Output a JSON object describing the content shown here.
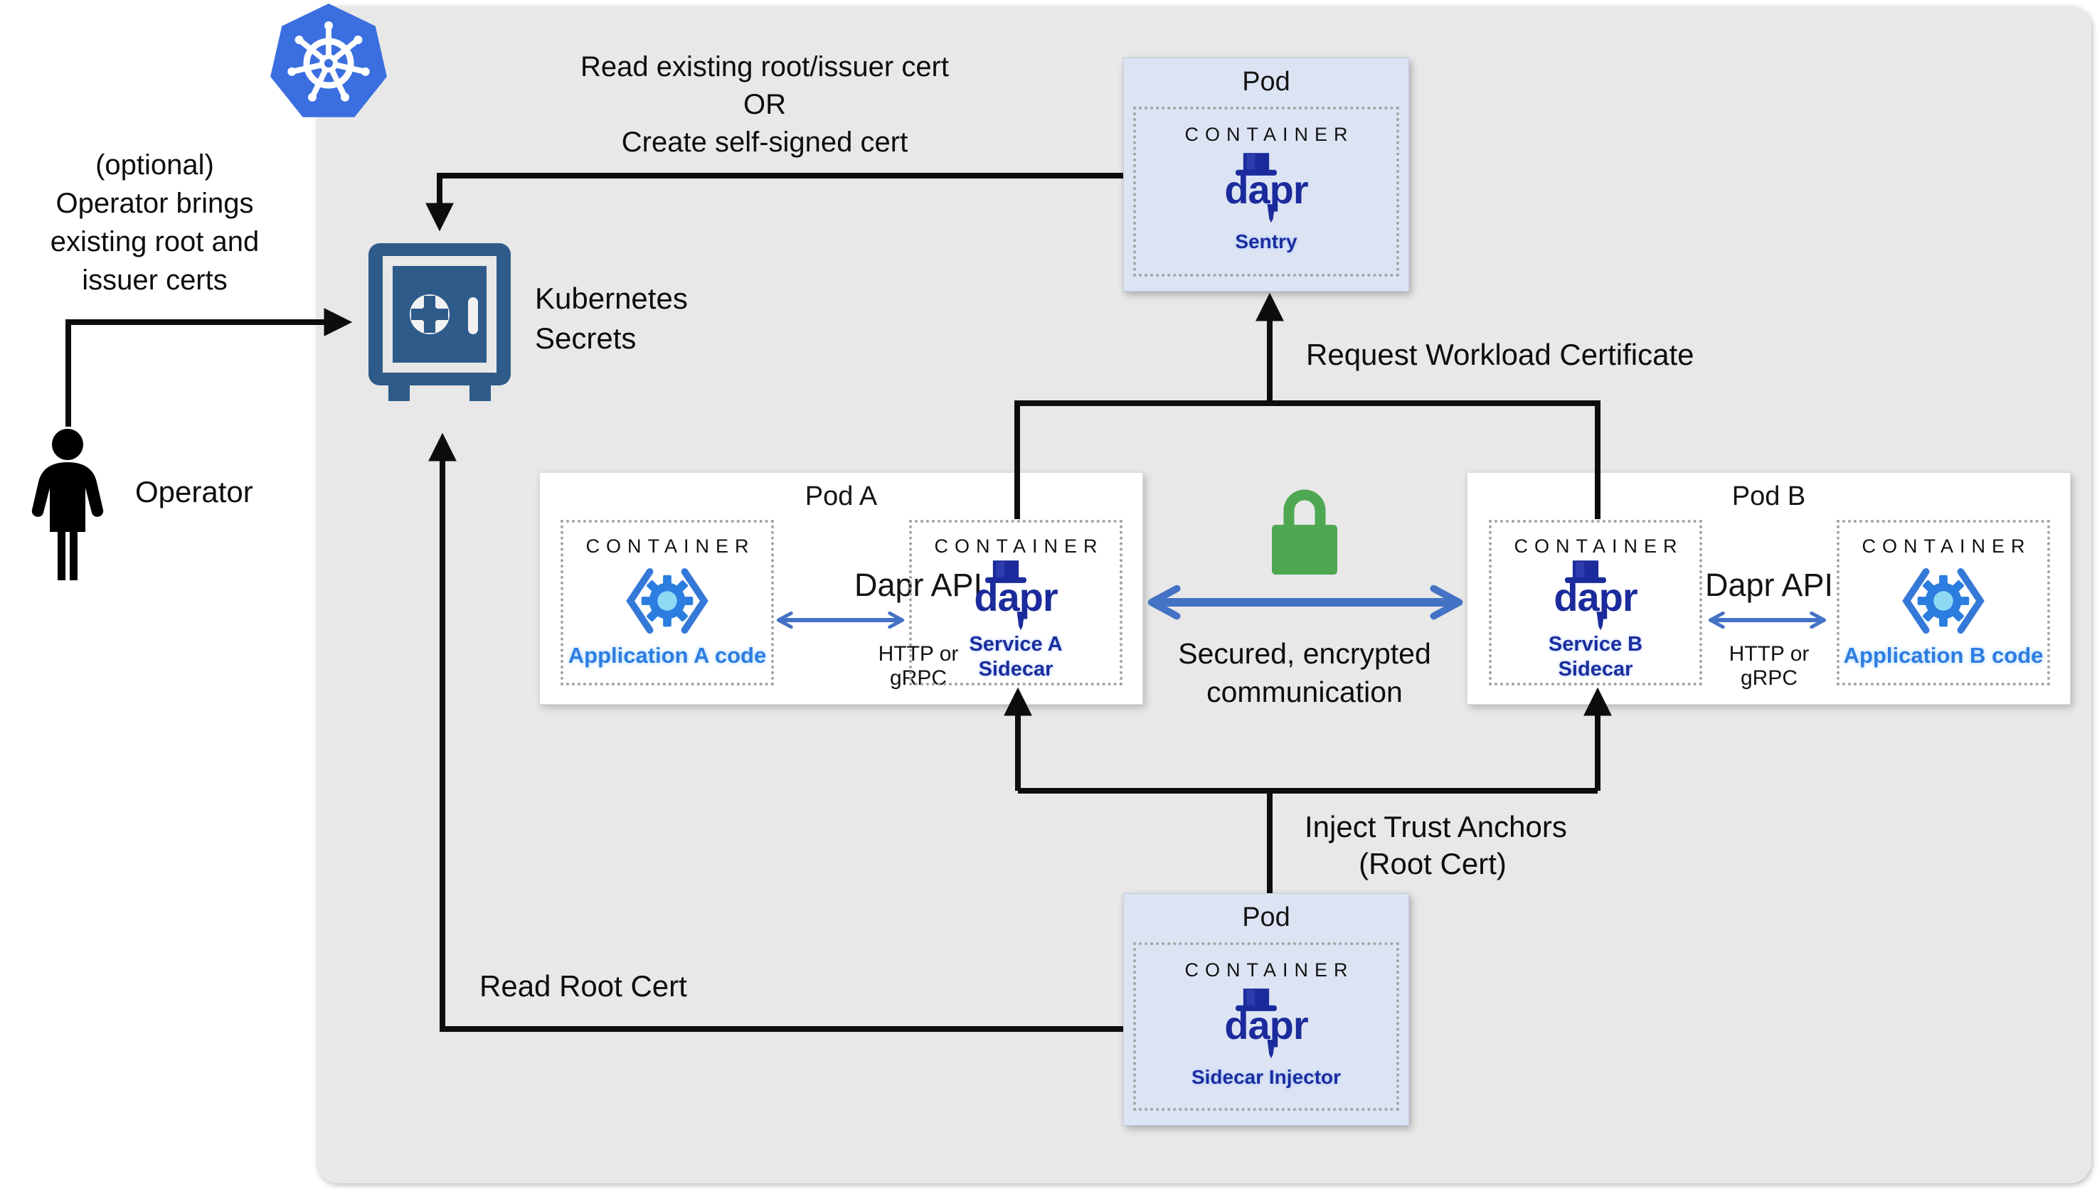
{
  "annotations": {
    "top_note_lines": [
      "Read existing root/issuer cert",
      "OR",
      "Create self-signed cert"
    ],
    "optional_note_lines": [
      "(optional)",
      "Operator brings",
      "existing root and",
      "issuer certs"
    ],
    "operator_label": "Operator",
    "secrets_lines": [
      "Kubernetes",
      "Secrets"
    ],
    "request_workload": "Request Workload Certificate",
    "inject_trust_lines": [
      "Inject Trust Anchors",
      "(Root Cert)"
    ],
    "read_root": "Read Root Cert",
    "secured_lines": [
      "Secured, encrypted",
      "communication"
    ]
  },
  "pods": {
    "sentry": {
      "title": "Pod",
      "container_label": "CONTAINER",
      "name": "Sentry"
    },
    "injector": {
      "title": "Pod",
      "container_label": "CONTAINER",
      "name": "Sidecar Injector"
    },
    "a": {
      "title": "Pod A",
      "app_container_label": "CONTAINER",
      "app_name": "Application A code",
      "api_label": "Dapr API",
      "proto_label": "HTTP or gRPC",
      "sidecar_container_label": "CONTAINER",
      "sidecar_name_lines": [
        "Service A",
        "Sidecar"
      ]
    },
    "b": {
      "title": "Pod B",
      "app_container_label": "CONTAINER",
      "app_name": "Application B code",
      "api_label": "Dapr API",
      "proto_label": "HTTP or gRPC",
      "sidecar_container_label": "CONTAINER",
      "sidecar_name_lines": [
        "Service B",
        "Sidecar"
      ]
    }
  },
  "logos": {
    "dapr_word": "dapr"
  },
  "icons": {
    "kubernetes": "kubernetes-wheel-logo",
    "secrets": "safe-vault-icon",
    "operator": "person-silhouette-icon",
    "lock": "green-padlock-icon",
    "app_code": "code-brackets-gear-icon"
  },
  "colors": {
    "panel_gray": "#e8e8e8",
    "pod_blue_bg": "#dce4f4",
    "dapr_navy": "#1b2b9c",
    "app_blue": "#2e7ce0",
    "arrow_blue": "#4472c4",
    "lock_green": "#4ea852",
    "safe_blue": "#2e5b8a",
    "k8s_blue": "#3b6fe0",
    "line_black": "#0d0d0d"
  }
}
